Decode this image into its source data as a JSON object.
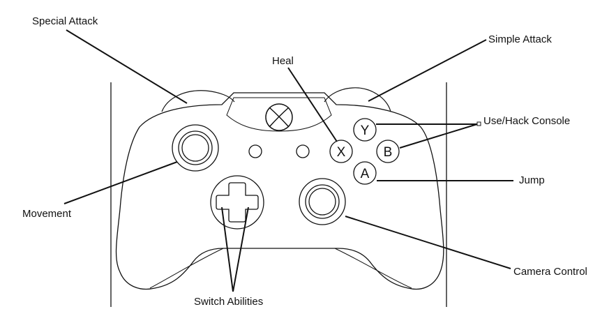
{
  "labels": {
    "special_attack": "Special Attack",
    "simple_attack": "Simple Attack",
    "heal": "Heal",
    "use_hack_console": "Use/Hack Console",
    "jump": "Jump",
    "movement": "Movement",
    "camera_control": "Camera Control",
    "switch_abilities": "Switch Abilities"
  },
  "buttons": {
    "y": "Y",
    "x": "X",
    "b": "B",
    "a": "A"
  },
  "colors": {
    "line": "#111111",
    "background": "#ffffff"
  }
}
